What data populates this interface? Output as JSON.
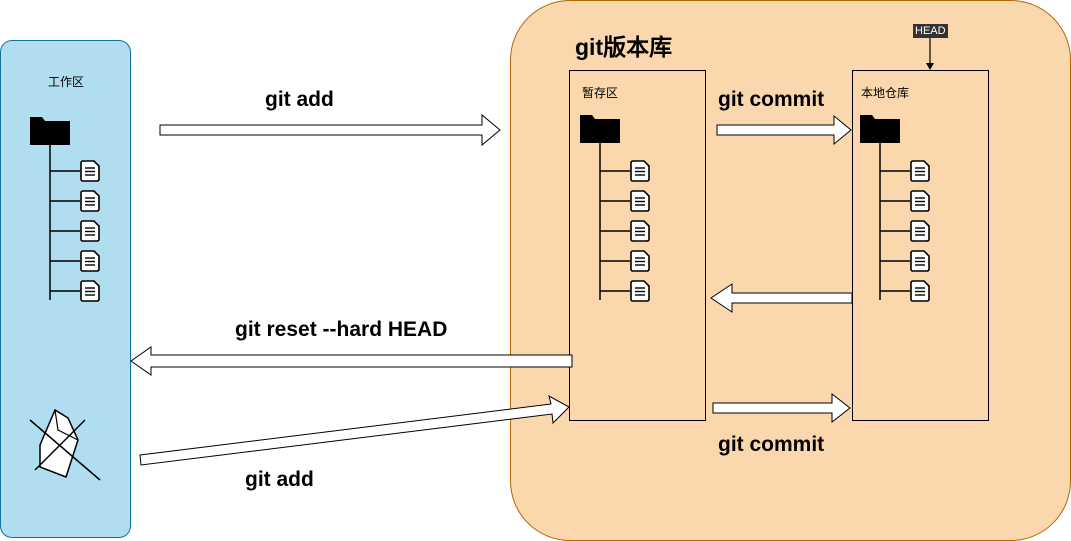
{
  "workdir": {
    "label": "工作区"
  },
  "repo": {
    "title": "git版本库",
    "stage_label": "暂存区",
    "local_label": "本地仓库",
    "head_tag": "HEAD"
  },
  "arrows": {
    "add_top": "git add",
    "commit_top": "git commit",
    "reset": "git reset --hard HEAD",
    "add_bottom": "git add",
    "commit_bottom": "git commit"
  }
}
